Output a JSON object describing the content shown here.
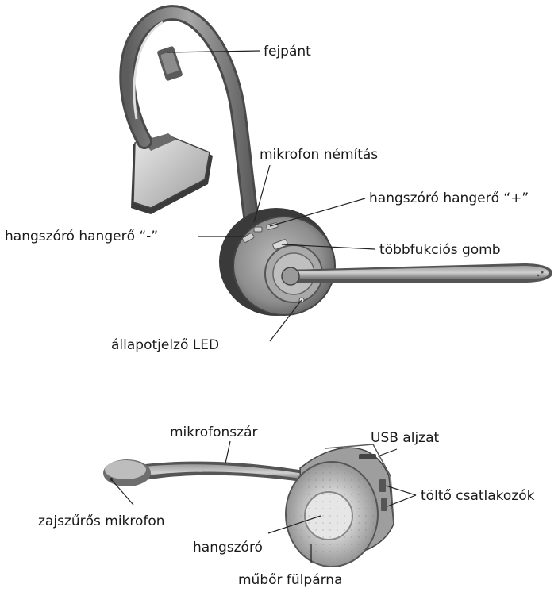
{
  "labels": {
    "headband": "fejpánt",
    "mic_mute": "mikrofon némítás",
    "vol_up": "hangszóró hangerő “+”",
    "vol_down": "hangszóró hangerő “-”",
    "multifunction": "többfukciós gomb",
    "status_led": "állapotjelző LED",
    "mic_boom": "mikrofonszár",
    "usb_port": "USB aljzat",
    "charge_contacts": "töltő csatlakozók",
    "noise_mic": "zajszűrős mikrofon",
    "speaker": "hangszóró",
    "ear_cushion": "műbőr fülpárna"
  },
  "colors": {
    "label_text": "#1a1a1a",
    "leader_line": "#222222",
    "device_dark": "#6f6f6f",
    "device_mid": "#9a9a9a",
    "device_light": "#c8c8c8"
  }
}
